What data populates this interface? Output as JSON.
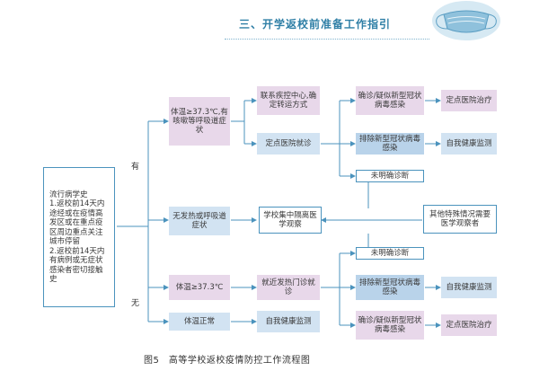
{
  "header": {
    "title": "三、开学返校前准备工作指引"
  },
  "diagram": {
    "start": "流行病学史\n1.返校前14天内途经或在疫情高发区或在重点疫区周边重点关注城市停留\n2.返校前14天内有病例或无症状感染者密切接触史",
    "yes_label": "有",
    "no_label": "无",
    "yes_fever": "体温≥37.3℃,有咳嗽等呼吸道症状",
    "contact_cdc": "联系疾控中心,确定转运方式",
    "designated_hospital_1": "定点医院就诊",
    "confirmed_1": "确诊/疑似新型冠状病毒感染",
    "hospital_treat_1": "定点医院治疗",
    "excluded_1": "排除新型冠状病毒感染",
    "self_monitor_1": "自我健康监测",
    "undiagnosed_1": "未明确诊断",
    "no_fever_resp": "无发热或呼吸道症状",
    "school_quarantine": "学校集中隔离医学观察",
    "special_cases": "其他特殊情况需要医学观察者",
    "undiagnosed_2": "未明确诊断",
    "no_fever": "体温≥37.3℃",
    "nearby_clinic": "就近发热门诊就诊",
    "excluded_2": "排除新型冠状病毒感染",
    "self_monitor_2": "自我健康监测",
    "confirmed_2": "确诊/疑似新型冠状病毒感染",
    "hospital_treat_2": "定点医院治疗",
    "normal_temp": "体温正常",
    "self_monitor_3": "自我健康监测"
  },
  "caption": "图5　高等学校返校疫情防控工作流程图",
  "colors": {
    "accent": "#2f7fa6",
    "pink_box": "#e8d8ea",
    "blue_box": "#d2e3f2",
    "dark_blue_box": "#b9d3ea",
    "line": "#4b93bd"
  }
}
